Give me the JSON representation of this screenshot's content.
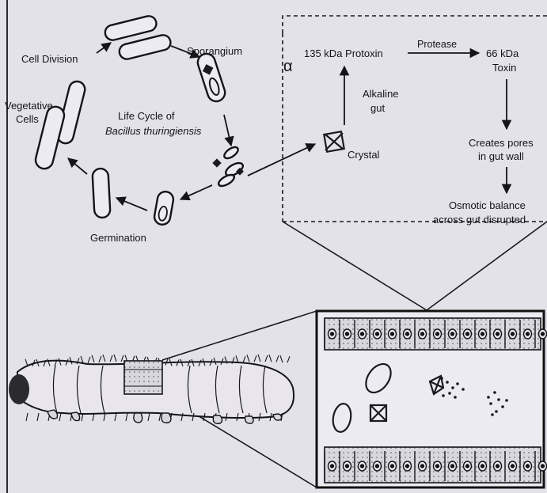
{
  "life_cycle": {
    "title_line1": "Life Cycle of",
    "title_line2": "Bacillus thuringiensis",
    "labels": {
      "cell_division": "Cell Division",
      "sporangium": "Sporangium",
      "vegetative_line1": "Vegetative",
      "vegetative_line2": "Cells",
      "germination": "Germination"
    }
  },
  "mechanism": {
    "alpha": "α",
    "protoxin": "135 kDa Protoxin",
    "protease": "Protease",
    "toxin_line1": "66 kDa",
    "toxin_line2": "Toxin",
    "alkaline_line1": "Alkaline",
    "alkaline_line2": "gut",
    "crystal": "Crystal",
    "pores_line1": "Creates pores",
    "pores_line2": "in gut wall",
    "osmotic_line1": "Osmotic balance",
    "osmotic_line2": "across gut disrupted"
  },
  "colors": {
    "background": "#e4e2e9",
    "ink": "#151518"
  }
}
